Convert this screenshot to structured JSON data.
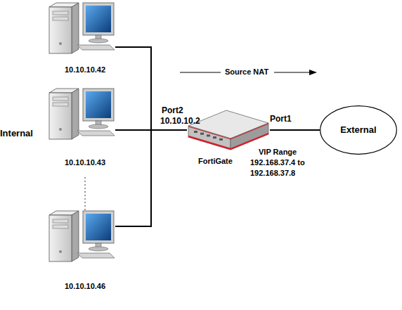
{
  "diagram": {
    "nodes": [
      {
        "text": [
          "10.10.10.42"
        ]
      },
      {
        "text": [
          "10.10.10.43"
        ]
      },
      {
        "text": [
          "10.10.10.46"
        ]
      },
      {
        "text": [
          "FortiGate"
        ]
      },
      {
        "text": [
          "External"
        ]
      }
    ],
    "edges": [
      {
        "from": 0,
        "to": 3,
        "arrow": "none"
      },
      {
        "from": 1,
        "to": 3,
        "arrow": "none"
      },
      {
        "from": 2,
        "to": 3,
        "arrow": "none"
      },
      {
        "from": 3,
        "to": 4,
        "arrow": "none"
      }
    ],
    "labels": [
      "Internal",
      "Source NAT",
      "Port2",
      "10.10.10.2",
      "Port1",
      "VIP Range",
      "192.168.37.4 to",
      "192.168.37.8"
    ]
  }
}
